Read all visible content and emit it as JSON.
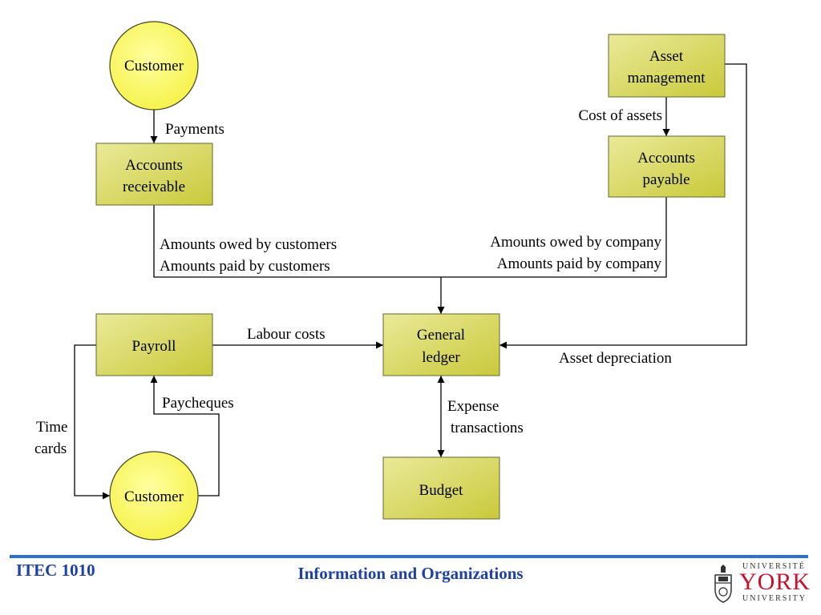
{
  "colors": {
    "node_fill_top": "#eaea9a",
    "node_fill_bottom": "#c9c93a",
    "circle_fill": "#ffff66",
    "footer_accent": "#2b6fd6",
    "footer_text": "#1c3fa8",
    "logo_red": "#c8102e"
  },
  "nodes": {
    "customer_top": "Customer",
    "accounts_receivable": [
      "Accounts",
      "receivable"
    ],
    "asset_management": [
      "Asset",
      "management"
    ],
    "accounts_payable": [
      "Accounts",
      "payable"
    ],
    "payroll": "Payroll",
    "general_ledger": [
      "General",
      "ledger"
    ],
    "customer_bottom": "Customer",
    "budget": "Budget"
  },
  "flows": {
    "payments": "Payments",
    "cost_of_assets": "Cost of assets",
    "amounts_customers": [
      "Amounts owed by customers",
      "Amounts paid by customers"
    ],
    "amounts_company": [
      "Amounts owed by company",
      "Amounts paid by company"
    ],
    "labour_costs": "Labour costs",
    "asset_depreciation": "Asset depreciation",
    "paycheques": "Paycheques",
    "time_cards": [
      "Time",
      "cards"
    ],
    "expense_transactions": [
      "Expense",
      "transactions"
    ]
  },
  "footer": {
    "course_code": "ITEC 1010",
    "course_title": "Information and Organizations",
    "logo_top": "UNIVERSITÉ",
    "logo_main": "YORK",
    "logo_bottom": "UNIVERSITY"
  }
}
